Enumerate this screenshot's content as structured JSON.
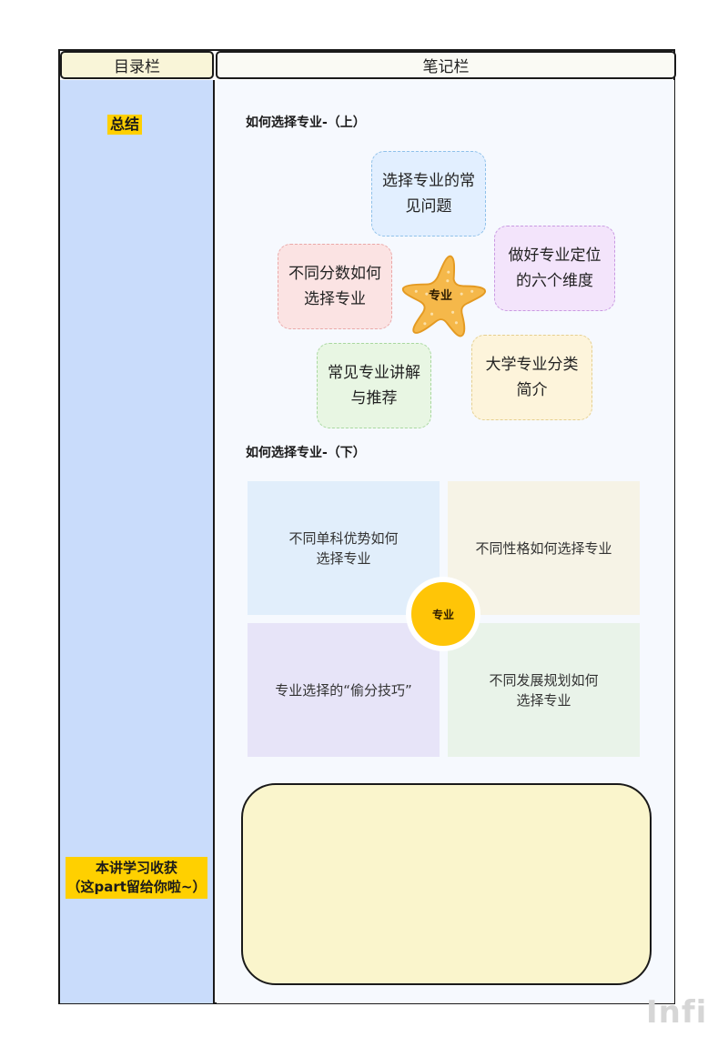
{
  "header": {
    "toc_label": "目录栏",
    "notes_label": "笔记栏"
  },
  "toc": {
    "summary": "总结",
    "gain_line1": "本讲学习收获",
    "gain_line2": "（这part留给你啦~）"
  },
  "notes": {
    "section1_title": "如何选择专业-（上）",
    "center_label": "专业",
    "bubbles": [
      {
        "line1": "选择专业的常",
        "line2": "见问题"
      },
      {
        "line1": "不同分数如何",
        "line2": "选择专业"
      },
      {
        "line1": "做好专业定位",
        "line2": "的六个维度"
      },
      {
        "line1": "常见专业讲解",
        "line2": "与推荐"
      },
      {
        "line1": "大学专业分类",
        "line2": "简介"
      }
    ],
    "section2_title": "如何选择专业-（下）",
    "quadrants": [
      {
        "line1": "不同单科优势如何",
        "line2": "选择专业"
      },
      {
        "line1": "不同性格如何选择专业",
        "line2": ""
      },
      {
        "line1": "专业选择的“偷分技巧”",
        "line2": ""
      },
      {
        "line1": "不同发展规划如何",
        "line2": "选择专业"
      }
    ],
    "circle_label": "专业"
  },
  "watermark": "Infi",
  "colors": {
    "toc_bg": "#c9dcfb",
    "highlight": "#ffd000",
    "star": "#f5b84a",
    "circle": "#ffc507",
    "gain_box": "#faf5cc"
  }
}
